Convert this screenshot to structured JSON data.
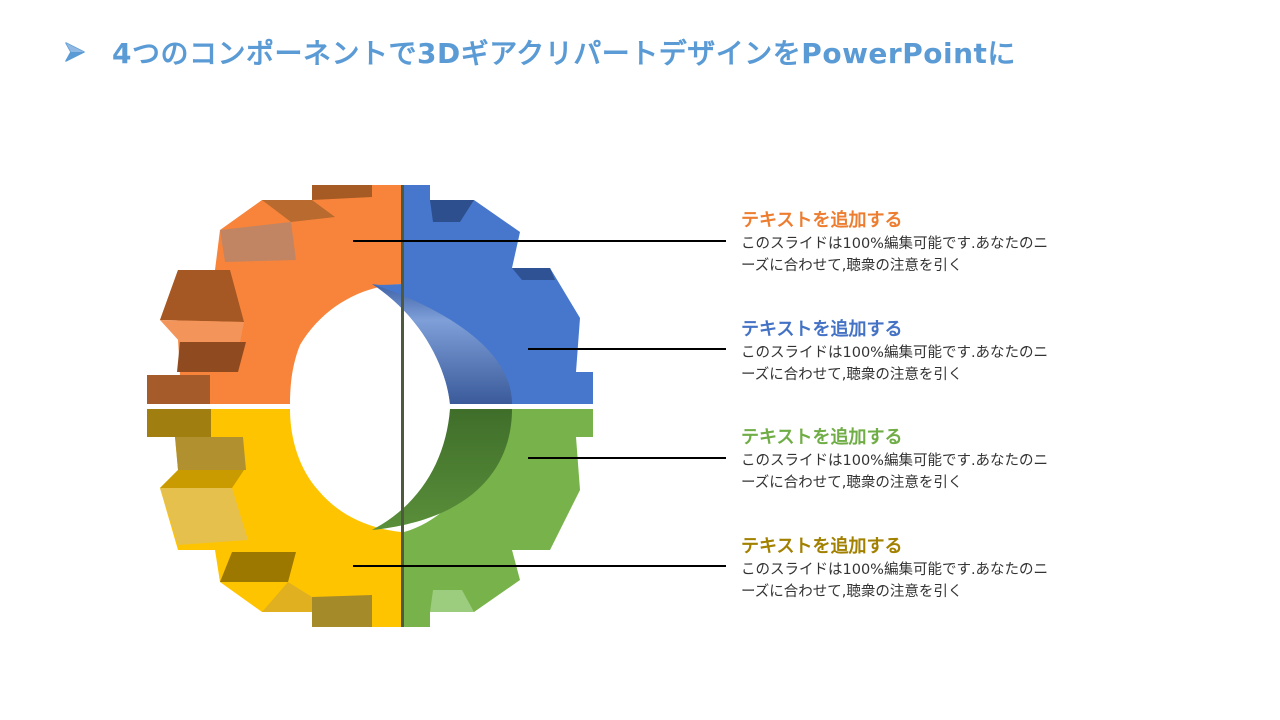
{
  "slide": {
    "title": "4つのコンポーネントで3DギアクリパートデザインをPowerPointに",
    "accent_color": "#5b9bd5"
  },
  "gear": {
    "segments": [
      {
        "name": "orange",
        "color": "#f7843a"
      },
      {
        "name": "blue",
        "color": "#4677cc"
      },
      {
        "name": "green",
        "color": "#77b24a"
      },
      {
        "name": "yellow",
        "color": "#ffc400"
      }
    ]
  },
  "items": [
    {
      "heading": "テキストを追加する",
      "body": "このスライドは100%編集可能です.あなたのニーズに合わせて,聴衆の注意を引く",
      "color": "#ed7d31"
    },
    {
      "heading": "テキストを追加する",
      "body": "このスライドは100%編集可能です.あなたのニーズに合わせて,聴衆の注意を引く",
      "color": "#4472c4"
    },
    {
      "heading": "テキストを追加する",
      "body": "このスライドは100%編集可能です.あなたのニーズに合わせて,聴衆の注意を引く",
      "color": "#70ad47"
    },
    {
      "heading": "テキストを追加する",
      "body": "このスライドは100%編集可能です.あなたのニーズに合わせて,聴衆の注意を引く",
      "color": "#a28000"
    }
  ]
}
